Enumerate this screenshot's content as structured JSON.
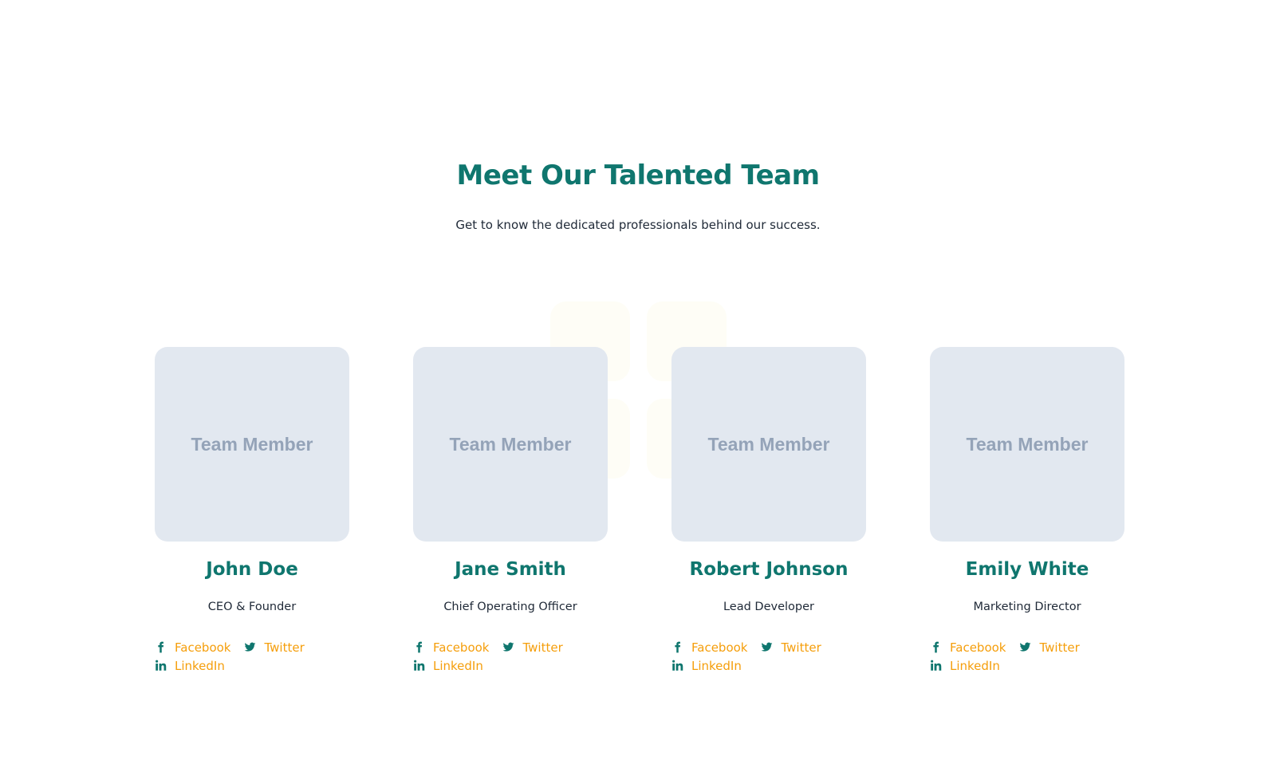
{
  "header": {
    "title": "Meet Our Talented Team",
    "subtitle": "Get to know the dedicated professionals behind our success."
  },
  "colors": {
    "primary": "#0f766e",
    "accent": "#f59e0b",
    "text": "#1f2937",
    "placeholder_bg": "#e2e8f0",
    "placeholder_text": "#94a3b8"
  },
  "team": [
    {
      "photo_label": "Team Member",
      "name": "John Doe",
      "role": "CEO & Founder",
      "socials": [
        {
          "icon": "facebook-icon",
          "label": "Facebook"
        },
        {
          "icon": "twitter-icon",
          "label": "Twitter"
        },
        {
          "icon": "linkedin-icon",
          "label": "LinkedIn"
        }
      ]
    },
    {
      "photo_label": "Team Member",
      "name": "Jane Smith",
      "role": "Chief Operating Officer",
      "socials": [
        {
          "icon": "facebook-icon",
          "label": "Facebook"
        },
        {
          "icon": "twitter-icon",
          "label": "Twitter"
        },
        {
          "icon": "linkedin-icon",
          "label": "LinkedIn"
        }
      ]
    },
    {
      "photo_label": "Team Member",
      "name": "Robert Johnson",
      "role": "Lead Developer",
      "socials": [
        {
          "icon": "facebook-icon",
          "label": "Facebook"
        },
        {
          "icon": "twitter-icon",
          "label": "Twitter"
        },
        {
          "icon": "linkedin-icon",
          "label": "LinkedIn"
        }
      ]
    },
    {
      "photo_label": "Team Member",
      "name": "Emily White",
      "role": "Marketing Director",
      "socials": [
        {
          "icon": "facebook-icon",
          "label": "Facebook"
        },
        {
          "icon": "twitter-icon",
          "label": "Twitter"
        },
        {
          "icon": "linkedin-icon",
          "label": "LinkedIn"
        }
      ]
    }
  ]
}
